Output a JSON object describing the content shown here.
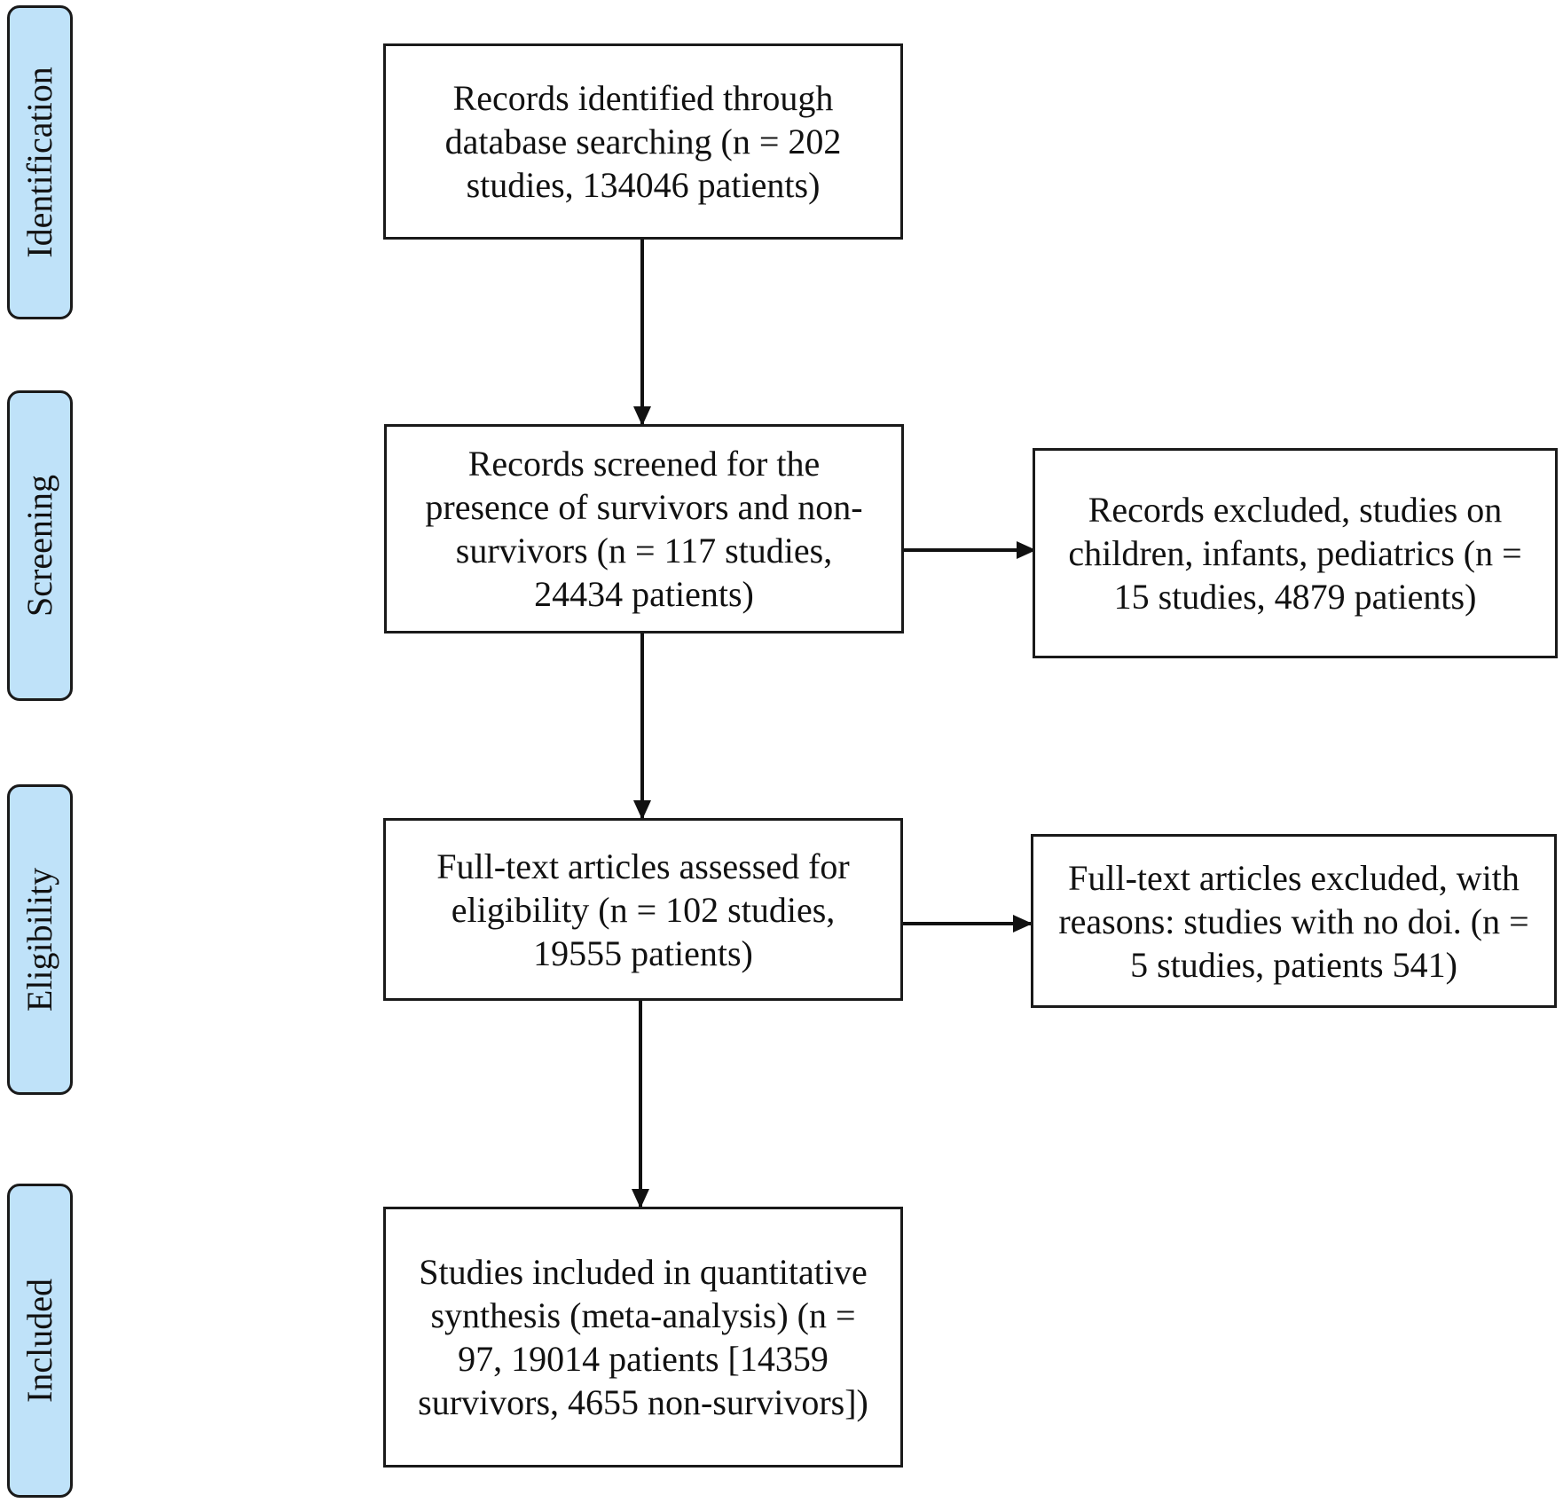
{
  "stages": {
    "identification": "Identification",
    "screening": "Screening",
    "eligibility": "Eligibility",
    "included": "Included"
  },
  "boxes": {
    "identified": "Records identified through database searching (n = 202 studies, 134046 patients)",
    "screened": "Records screened for the presence of survivors and non-survivors (n = 117 studies, 24434 patients)",
    "excluded_screening": "Records excluded, studies on children, infants, pediatrics (n = 15 studies, 4879 patients)",
    "fulltext": "Full-text articles assessed for eligibility (n = 102 studies, 19555 patients)",
    "excluded_fulltext": "Full-text articles excluded, with reasons: studies with no doi. (n = 5 studies, patients 541)",
    "included": "Studies included in quantitative synthesis (meta-analysis) (n = 97, 19014 patients [14359 survivors, 4655 non-survivors])"
  }
}
